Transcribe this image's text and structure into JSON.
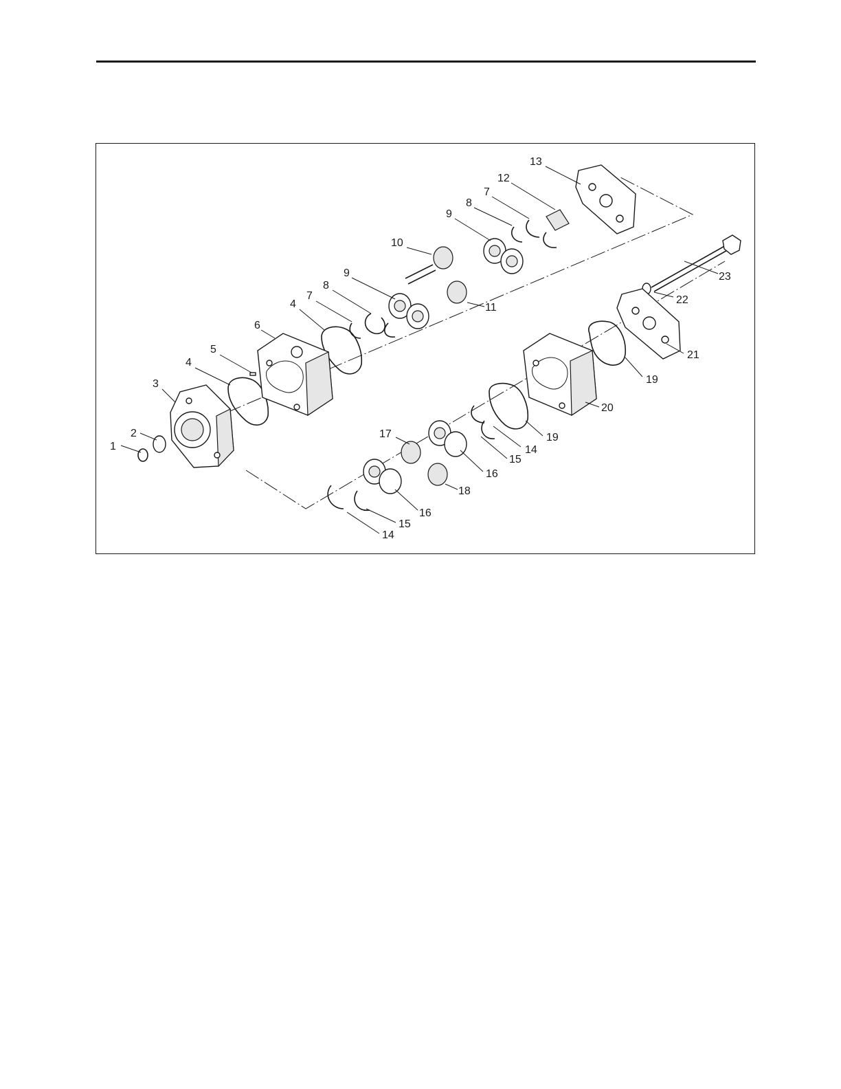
{
  "figure": {
    "labels": [
      "1",
      "2",
      "3",
      "4",
      "5",
      "6",
      "7",
      "8",
      "9",
      "10",
      "11",
      "12",
      "13",
      "14",
      "15",
      "16",
      "17",
      "18",
      "19",
      "20",
      "21",
      "22",
      "23"
    ]
  }
}
